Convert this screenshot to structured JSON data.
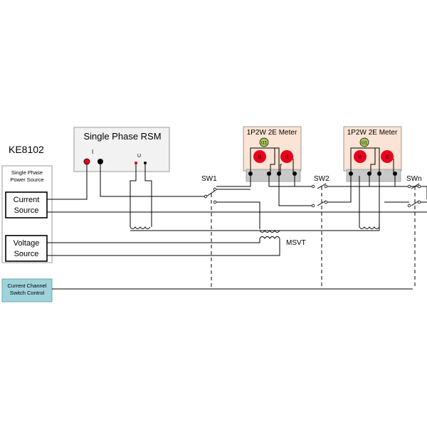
{
  "system": {
    "model": "KE8102"
  },
  "power_source": {
    "title_line1": "Single Phase",
    "title_line2": "Power Source",
    "current_line1": "Current",
    "current_line2": "Source",
    "voltage_line1": "Voltage",
    "voltage_line2": "Source"
  },
  "rsm": {
    "title": "Single Phase RSM",
    "i_label": "I",
    "u_label": "U"
  },
  "meters": [
    {
      "title": "1P2W 2E Meter",
      "u_label": "U1",
      "i1_label": "I1",
      "i2_label": "I2"
    },
    {
      "title": "1P2W 2E Meter",
      "u_label": "U1",
      "i1_label": "I1",
      "i2_label": "I2"
    }
  ],
  "switches": [
    "SW1",
    "SW2",
    "SWn"
  ],
  "transformer": {
    "label": "MSVT"
  },
  "control": {
    "line1": "Current Channel",
    "line2": "Switch Control"
  },
  "colors": {
    "terminal_red": "#e8001c",
    "voltage_green": "#a8c85a",
    "meter_fill": "#fbe4d5",
    "meter_base": "#c8c8c8",
    "rsm_fill": "#f2f2f2",
    "control_fill": "#9fd3dc"
  }
}
